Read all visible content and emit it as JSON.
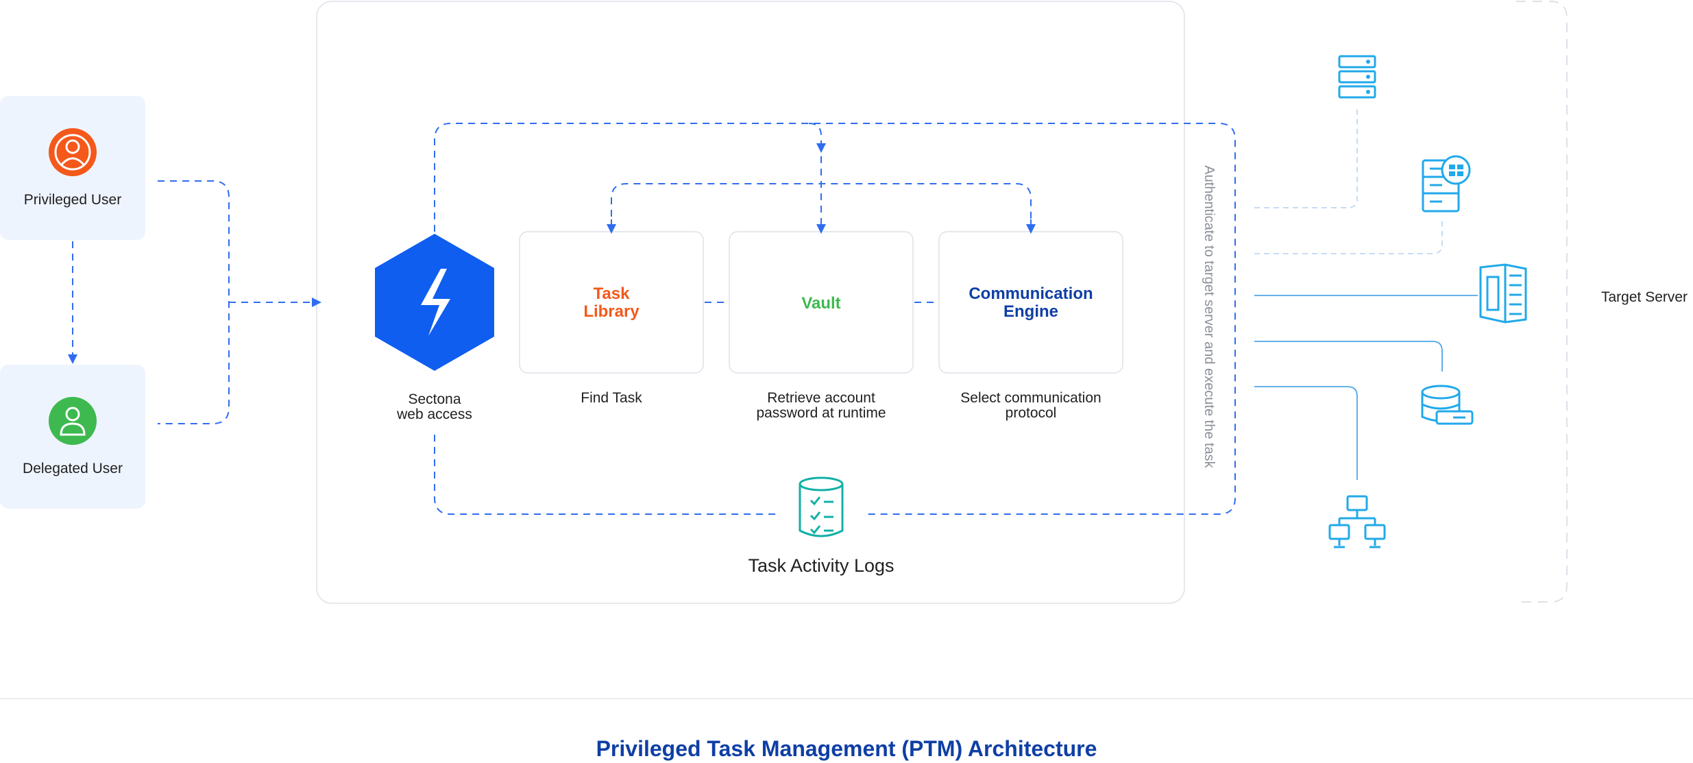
{
  "users": {
    "privileged": {
      "label": "Privileged User",
      "icon": "privileged-user-icon",
      "color": "#F4581B"
    },
    "delegated": {
      "label": "Delegated User",
      "icon": "delegated-user-icon",
      "color": "#3DB94F"
    }
  },
  "access": {
    "label_line1": "Sectona",
    "label_line2": "web access",
    "icon": "lightning-hexagon-icon",
    "color": "#0F5EF0"
  },
  "components": [
    {
      "title_line1": "Task",
      "title_line2": "Library",
      "caption_line1": "Find Task",
      "caption_line2": "",
      "color": "#F4581B"
    },
    {
      "title_line1": "Vault",
      "title_line2": "",
      "caption_line1": "Retrieve account",
      "caption_line2": "password at runtime",
      "color": "#3DB94F"
    },
    {
      "title_line1": "Communication",
      "title_line2": "Engine",
      "caption_line1": "Select communication",
      "caption_line2": "protocol",
      "color": "#0F3FA5"
    }
  ],
  "logs": {
    "label": "Task Activity Logs",
    "icon": "log-database-icon",
    "color": "#12B0A6"
  },
  "authenticate_label": "Authenticate to target server and execute the task",
  "target": {
    "label": "Target Server",
    "icons": [
      "server-rack-icon",
      "windows-server-icon",
      "server-tower-icon",
      "database-server-icon",
      "network-topology-icon"
    ],
    "color": "#21A9EA"
  },
  "footer": {
    "title": "Privileged Task Management (PTM) Architecture",
    "color": "#0F3FA5"
  },
  "colors": {
    "connector": "#2F6CF0",
    "target_line": "#4FA6E8",
    "box_border": "#DDE1E7",
    "user_card_bg": "#EEF4FE",
    "caption": "#1F1F1F",
    "auth_text": "#8A8F98"
  }
}
